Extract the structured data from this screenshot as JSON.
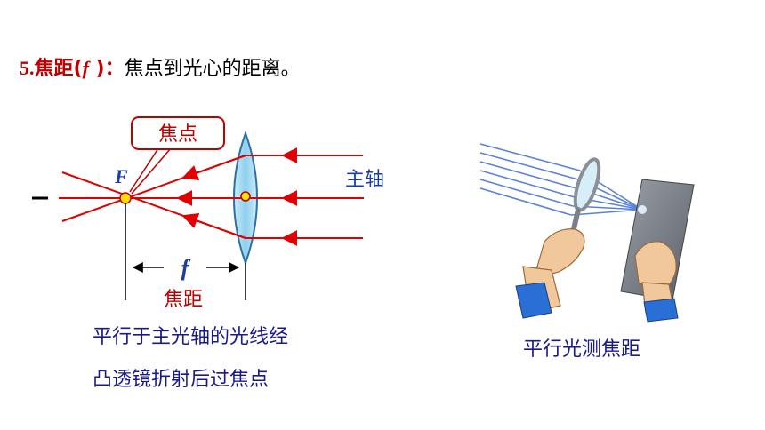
{
  "heading": {
    "number": "5.",
    "term": "焦距(",
    "symbol": "f",
    "close": " )：",
    "definition": "焦点到光心的距离。"
  },
  "diagram": {
    "focus_callout": "焦点",
    "focus_symbol": "F",
    "axis_label": "主轴",
    "focal_symbol": "f",
    "focal_length_label": "焦距",
    "colors": {
      "ray": "#e00000",
      "axis_label": "#1a3ea0",
      "lens": "#9fd8f0",
      "focus_point": "#ffe000"
    }
  },
  "captions": {
    "line1": "平行于主光轴的光线经",
    "line2": "凸透镜折射后过焦点",
    "photo": "平行光测焦距"
  }
}
